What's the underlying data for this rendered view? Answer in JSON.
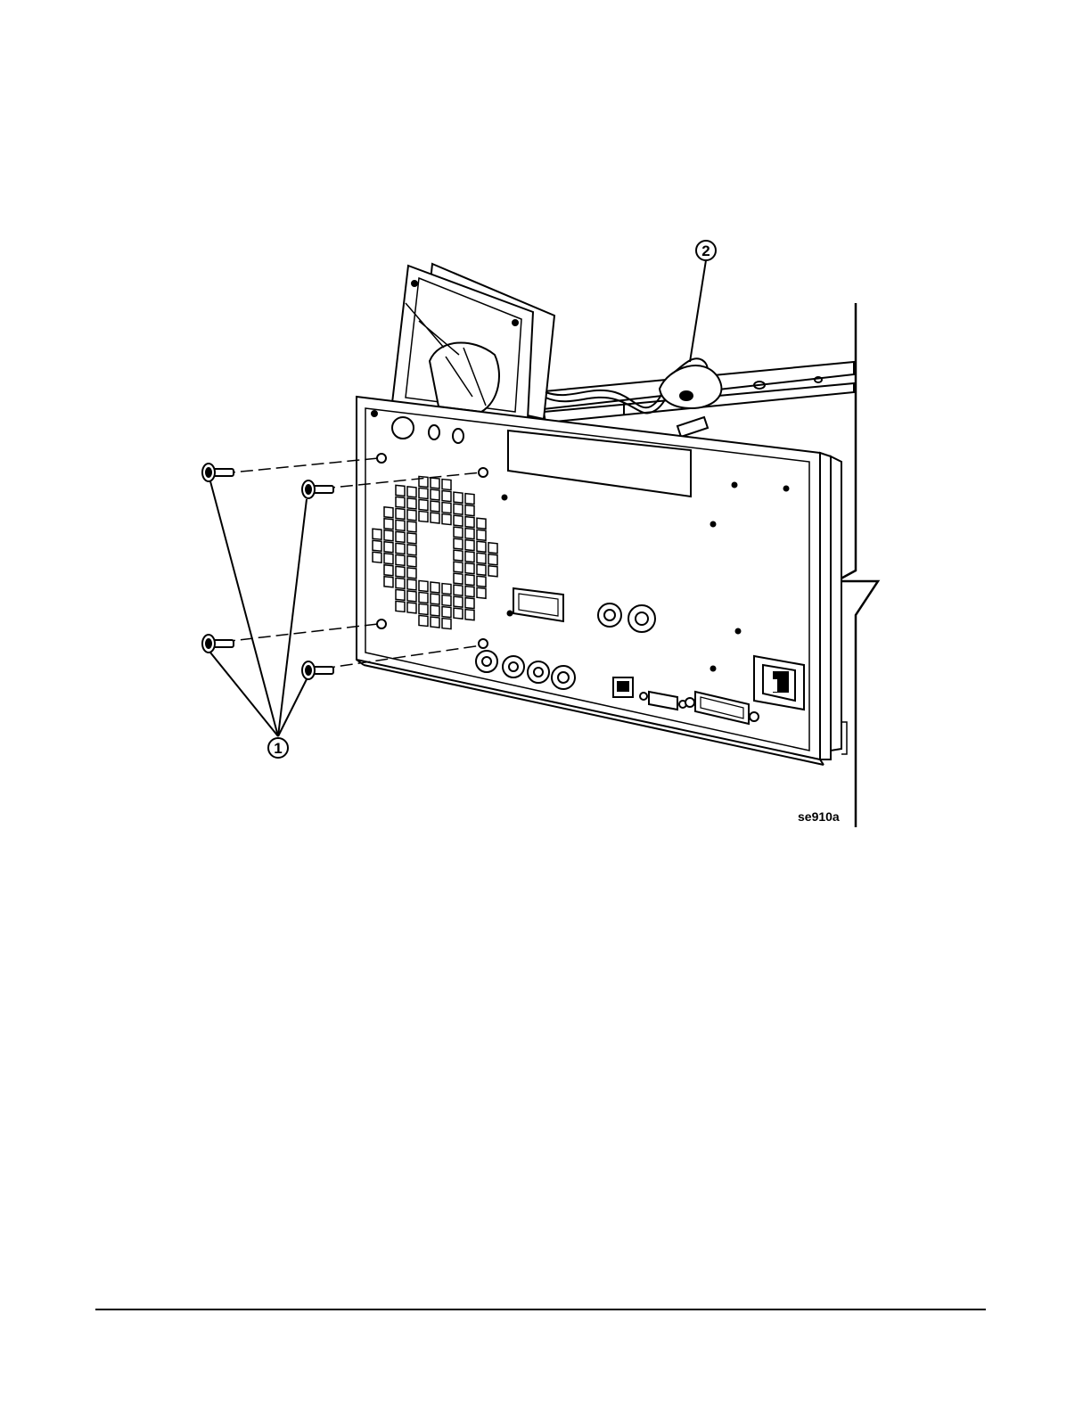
{
  "figure": {
    "figure_id": "se910a",
    "callouts": [
      {
        "number": "1",
        "refers_to": "screws"
      },
      {
        "number": "2",
        "refers_to": "fan cable"
      }
    ]
  }
}
